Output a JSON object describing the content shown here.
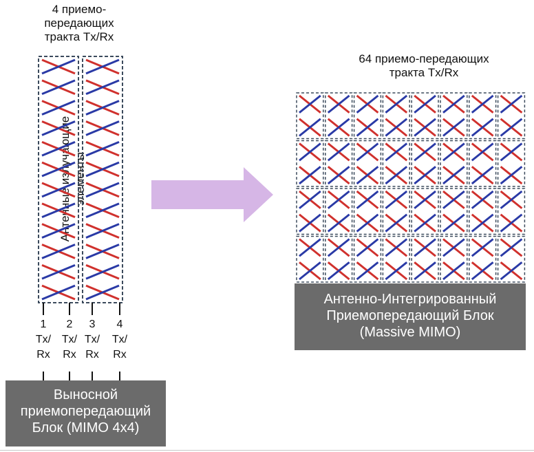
{
  "left_panel": {
    "title_lines": [
      "4 приемо-",
      "передающих",
      "тракта Tx/Rx"
    ],
    "vertical_label_lines": [
      "Антенные  излучающие",
      "элементы"
    ],
    "ports": [
      {
        "number": "1",
        "line1": "Tx/",
        "line2": "Rx"
      },
      {
        "number": "2",
        "line1": "Tx/",
        "line2": "Rx"
      },
      {
        "number": "3",
        "line1": "Tx/",
        "line2": "Rx"
      },
      {
        "number": "4",
        "line1": "Tx/",
        "line2": "Rx"
      }
    ],
    "box_lines": [
      "Выносной",
      "приемопередающий",
      "Блок (MIMO 4x4)"
    ]
  },
  "right_panel": {
    "title_lines": [
      "64 приемо-передающих",
      "тракта Tx/Rx"
    ],
    "box_lines": [
      "Антенно-Интегрированный",
      "Приемопередающий Блок",
      "(Massive MIMO)"
    ]
  },
  "colors": {
    "antenna_red": "#d0312d",
    "antenna_blue": "#2a3aa6",
    "dashed_border": "#3b4a5c",
    "arrow": "#d6b6e6",
    "box": "#6b6b6b"
  },
  "icons": {
    "arrow": "right-arrow",
    "antenna_element": "cross-polarized-antenna-element"
  }
}
